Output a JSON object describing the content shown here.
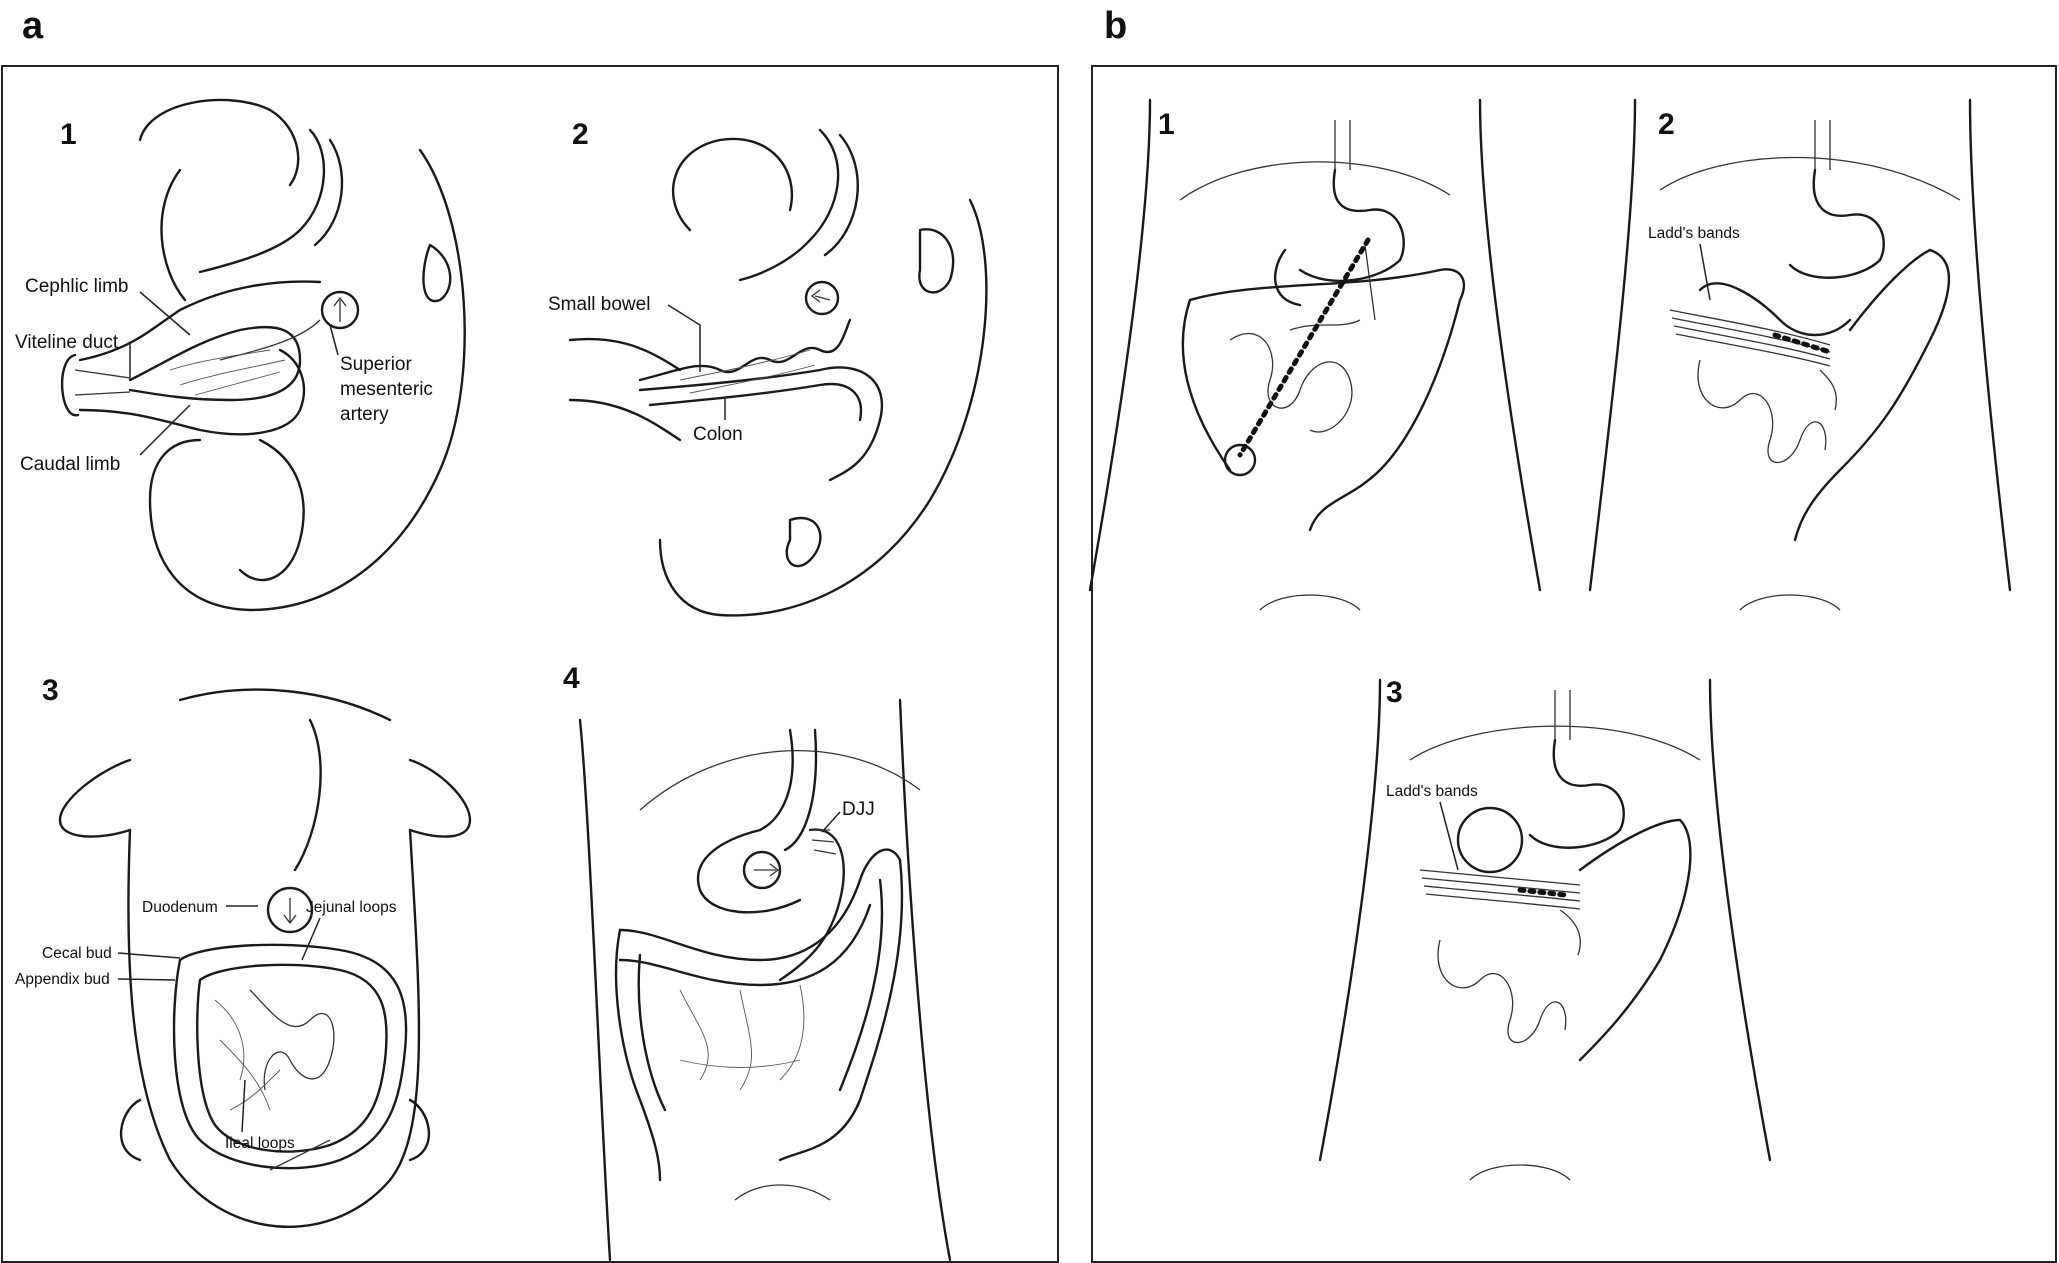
{
  "panels": {
    "a": {
      "letter": "a",
      "stage1": {
        "number": "1",
        "labels": {
          "cephalic_limb": "Cephlic limb",
          "viteline_duct": "Viteline duct",
          "caudal_limb": "Caudal limb",
          "sma_line1": "Superior",
          "sma_line2": "mesenteric",
          "sma_line3": "artery"
        }
      },
      "stage2": {
        "number": "2",
        "labels": {
          "small_bowel": "Small bowel",
          "colon": "Colon"
        }
      },
      "stage3": {
        "number": "3",
        "labels": {
          "duodenum": "Duodenum",
          "jejunal_loops": "Jejunal loops",
          "cecal_bud": "Cecal bud",
          "appendix_bud": "Appendix bud",
          "ileal_loops": "Ileal loops"
        }
      },
      "stage4": {
        "number": "4",
        "labels": {
          "djj": "DJJ"
        }
      }
    },
    "b": {
      "letter": "b",
      "stage1": {
        "number": "1"
      },
      "stage2": {
        "number": "2",
        "labels": {
          "ladds_bands": "Ladd's bands"
        }
      },
      "stage3": {
        "number": "3",
        "labels": {
          "ladds_bands": "Ladd's bands"
        }
      }
    }
  }
}
